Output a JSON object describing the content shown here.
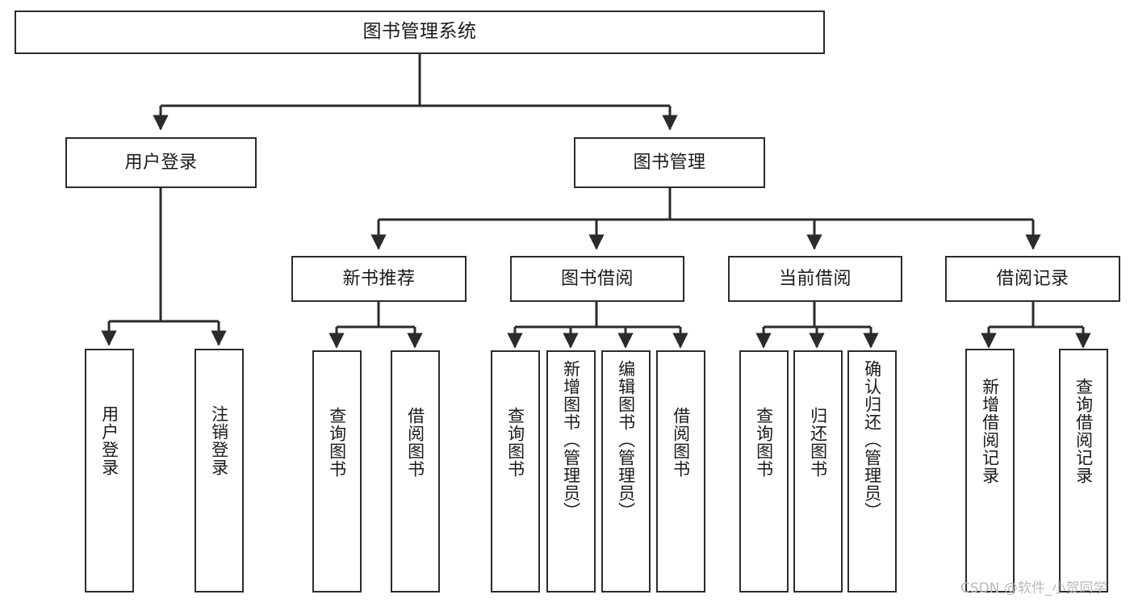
{
  "diagram": {
    "type": "tree-hierarchy",
    "title": "图书管理系统",
    "watermark": "CSDN @软件_小贺同学",
    "colors": {
      "box_border": "#2b2b2b",
      "box_fill": "#ffffff",
      "connector": "#2b2b2b",
      "text": "#1a1a1a",
      "watermark": "#b9b9b9",
      "background": "#ffffff"
    },
    "levels": [
      {
        "level": 1,
        "nodes": [
          {
            "id": "root",
            "label": "图书管理系统",
            "orientation": "horizontal"
          }
        ]
      },
      {
        "level": 2,
        "nodes": [
          {
            "id": "user-login",
            "label": "用户登录",
            "orientation": "horizontal",
            "parent": "root"
          },
          {
            "id": "book-manage",
            "label": "图书管理",
            "orientation": "horizontal",
            "parent": "root"
          }
        ]
      },
      {
        "level": 3,
        "nodes": [
          {
            "id": "new-book-rec",
            "label": "新书推荐",
            "orientation": "horizontal",
            "parent": "book-manage"
          },
          {
            "id": "book-borrow",
            "label": "图书借阅",
            "orientation": "horizontal",
            "parent": "book-manage"
          },
          {
            "id": "current-borrow",
            "label": "当前借阅",
            "orientation": "horizontal",
            "parent": "book-manage"
          },
          {
            "id": "borrow-record",
            "label": "借阅记录",
            "orientation": "horizontal",
            "parent": "book-manage"
          }
        ]
      },
      {
        "level": 4,
        "nodes": [
          {
            "id": "leaf-user-login",
            "label": "用户登录",
            "orientation": "vertical",
            "parent": "user-login"
          },
          {
            "id": "leaf-user-logout",
            "label": "注销登录",
            "orientation": "vertical",
            "parent": "user-login"
          },
          {
            "id": "leaf-query-book-1",
            "label": "查询图书",
            "orientation": "vertical",
            "parent": "new-book-rec"
          },
          {
            "id": "leaf-borrow-book-1",
            "label": "借阅图书",
            "orientation": "vertical",
            "parent": "new-book-rec"
          },
          {
            "id": "leaf-query-book-2",
            "label": "查询图书",
            "orientation": "vertical",
            "parent": "book-borrow"
          },
          {
            "id": "leaf-add-book",
            "label": "新增图书（管理员）",
            "orientation": "vertical",
            "parent": "book-borrow"
          },
          {
            "id": "leaf-edit-book",
            "label": "编辑图书（管理员）",
            "orientation": "vertical",
            "parent": "book-borrow"
          },
          {
            "id": "leaf-borrow-book-2",
            "label": "借阅图书",
            "orientation": "vertical",
            "parent": "book-borrow"
          },
          {
            "id": "leaf-query-book-3",
            "label": "查询图书",
            "orientation": "vertical",
            "parent": "current-borrow"
          },
          {
            "id": "leaf-return-book",
            "label": "归还图书",
            "orientation": "vertical",
            "parent": "current-borrow"
          },
          {
            "id": "leaf-confirm-return",
            "label": "确认归还（管理员）",
            "orientation": "vertical",
            "parent": "current-borrow"
          },
          {
            "id": "leaf-add-record",
            "label": "新增借阅记录",
            "orientation": "vertical",
            "parent": "borrow-record"
          },
          {
            "id": "leaf-query-record",
            "label": "查询借阅记录",
            "orientation": "vertical",
            "parent": "borrow-record"
          }
        ]
      }
    ]
  }
}
